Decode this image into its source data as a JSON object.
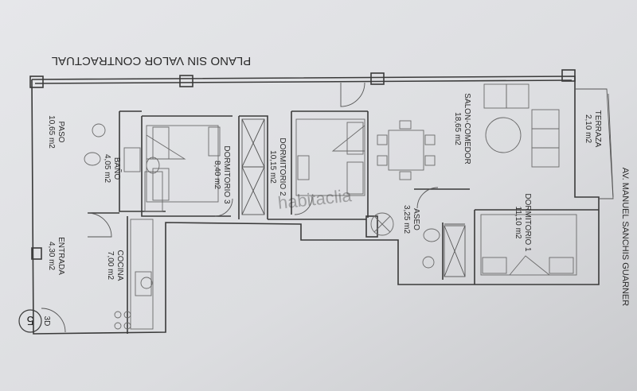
{
  "title": "PLANO SIN VALOR CONTRACTUAL",
  "street": "AV. MANUEL SANCHIS GUARNER",
  "watermark": "habitaclia",
  "unit_number": "5",
  "door_code": "3D",
  "rooms": [
    {
      "id": "salon",
      "name": "SALON-COMEDOR",
      "area": "18,65 m2"
    },
    {
      "id": "terraza",
      "name": "TERRAZA",
      "area": "2,10 m2"
    },
    {
      "id": "dormitorio2",
      "name": "DORMITORIO 2",
      "area": "10,15 m2"
    },
    {
      "id": "dormitorio3",
      "name": "DORMITORIO 3",
      "area": "8,40 m2"
    },
    {
      "id": "bano",
      "name": "BAÑO",
      "area": "4,05 m2"
    },
    {
      "id": "paso",
      "name": "PASO",
      "area": "10,65 m2"
    },
    {
      "id": "entrada",
      "name": "ENTRADA",
      "area": "4,30 m2"
    },
    {
      "id": "cocina",
      "name": "COCINA",
      "area": "7,00 m2"
    },
    {
      "id": "aseo",
      "name": "ASEO",
      "area": "3,25 m2"
    },
    {
      "id": "dormitorio1",
      "name": "DORMITORIO 1",
      "area": "11,10 m2"
    }
  ]
}
